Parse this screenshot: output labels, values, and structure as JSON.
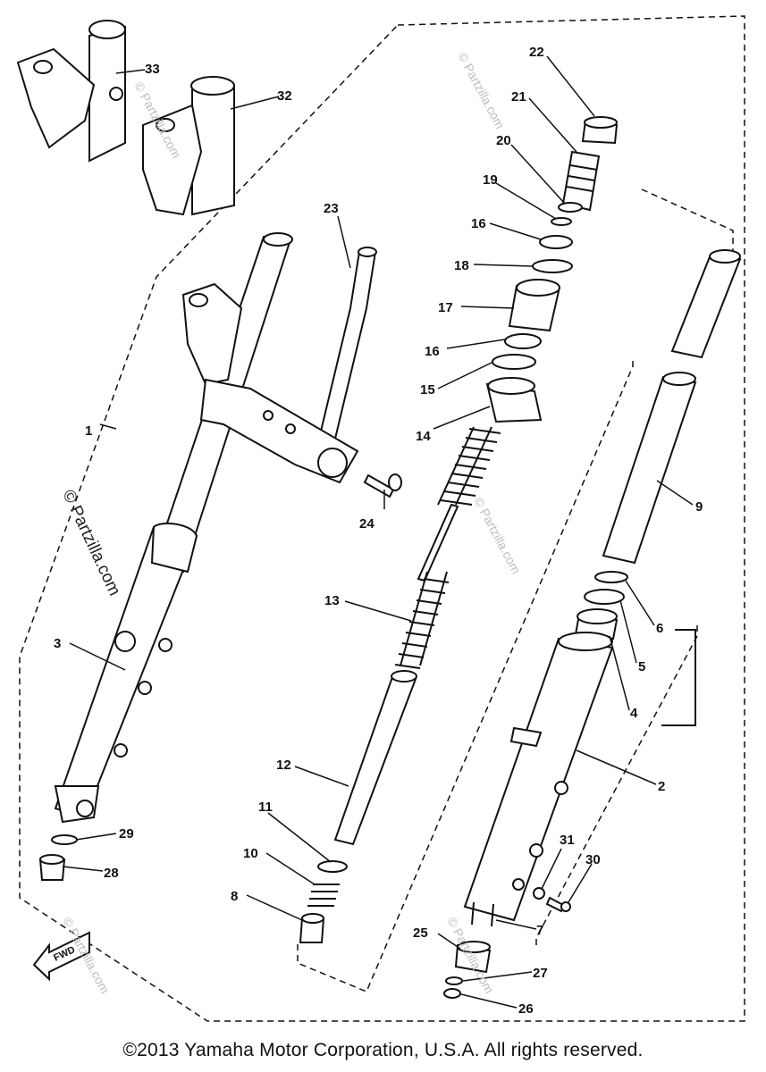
{
  "watermark": "© Partzilla.com",
  "fwd_label": "FWD",
  "copyright": "©2013 Yamaha Motor Corporation, U.S.A. All rights reserved.",
  "callouts": [
    "1",
    "2",
    "3",
    "4",
    "5",
    "6",
    "7",
    "8",
    "9",
    "10",
    "11",
    "12",
    "13",
    "14",
    "15",
    "16",
    "16",
    "17",
    "18",
    "19",
    "20",
    "21",
    "22",
    "23",
    "24",
    "25",
    "26",
    "27",
    "28",
    "29",
    "30",
    "31",
    "32",
    "33"
  ]
}
